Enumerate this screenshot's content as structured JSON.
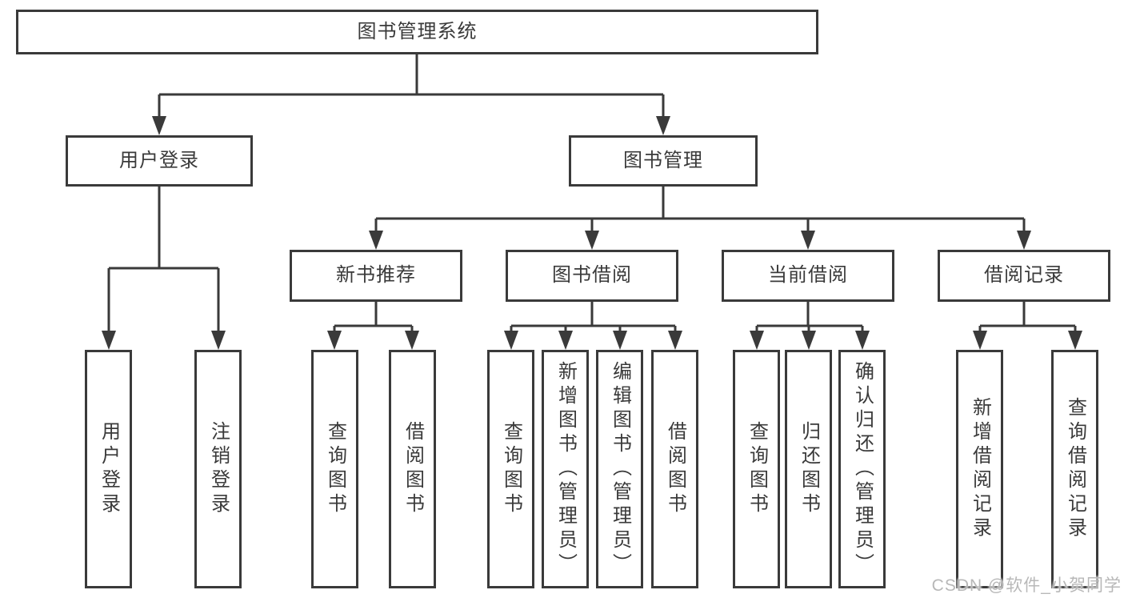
{
  "colors": {
    "line": "#3a3a3a",
    "text": "#3a3a3a",
    "background": "#ffffff",
    "watermark": "#b8b8b8"
  },
  "tree": {
    "label": "图书管理系统",
    "children": [
      {
        "label": "用户登录",
        "children": [
          {
            "label": "用户登录"
          },
          {
            "label": "注销登录"
          }
        ]
      },
      {
        "label": "图书管理",
        "children": [
          {
            "label": "新书推荐",
            "children": [
              {
                "label": "查询图书"
              },
              {
                "label": "借阅图书"
              }
            ]
          },
          {
            "label": "图书借阅",
            "children": [
              {
                "label": "查询图书"
              },
              {
                "label": "新增图书（管理员）"
              },
              {
                "label": "编辑图书（管理员）"
              },
              {
                "label": "借阅图书"
              }
            ]
          },
          {
            "label": "当前借阅",
            "children": [
              {
                "label": "查询图书"
              },
              {
                "label": "归还图书"
              },
              {
                "label": "确认归还（管理员）"
              }
            ]
          },
          {
            "label": "借阅记录",
            "children": [
              {
                "label": "新增借阅记录"
              },
              {
                "label": "查询借阅记录"
              }
            ]
          }
        ]
      }
    ]
  },
  "watermark": {
    "text": "CSDN @软件_小贺同学"
  }
}
